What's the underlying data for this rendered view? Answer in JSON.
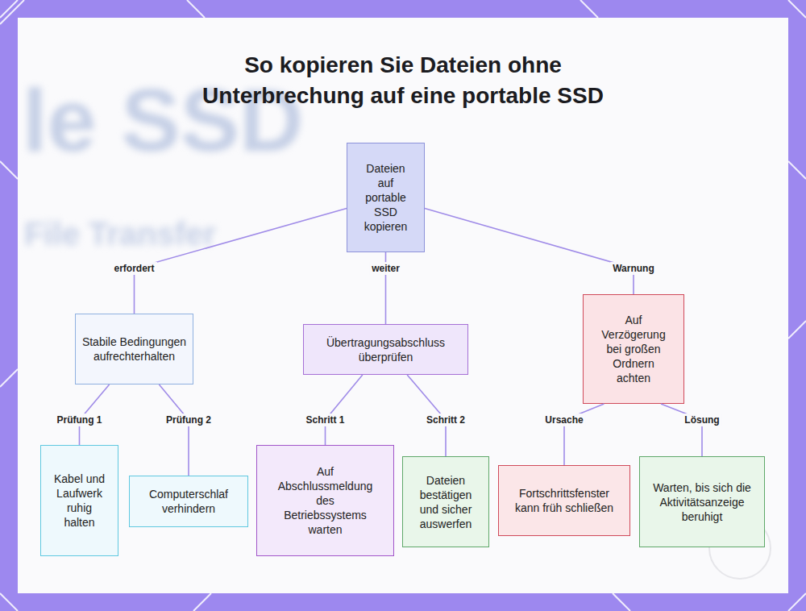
{
  "diagram": {
    "title": "So kopieren Sie Dateien ohne Unterbrechung auf eine portable SSD",
    "nodes": [
      {
        "text": [
          "Dateien auf portable SSD kopieren"
        ]
      },
      {
        "text": [
          "Stabile Bedingungen aufrechterhalten"
        ]
      },
      {
        "text": [
          "Übertragungsabschluss überprüfen"
        ]
      },
      {
        "text": [
          "Auf Verzögerung bei großen Ordnern achten"
        ]
      },
      {
        "text": [
          "Kabel und Laufwerk ruhig halten"
        ]
      },
      {
        "text": [
          "Computerschlaf verhindern"
        ]
      },
      {
        "text": [
          "Auf Abschlussmeldung des Betriebssystems warten"
        ]
      },
      {
        "text": [
          "Dateien bestätigen und sicher auswerfen"
        ]
      },
      {
        "text": [
          "Fortschrittsfenster kann früh schließen"
        ]
      },
      {
        "text": [
          "Warten, bis sich die Aktivitätsanzeige beruhigt"
        ]
      }
    ],
    "edges": [
      {
        "from": 0,
        "to": 1,
        "label": "erfordert",
        "arrow": "none"
      },
      {
        "from": 0,
        "to": 2,
        "label": "weiter",
        "arrow": "none"
      },
      {
        "from": 0,
        "to": 3,
        "label": "Warnung",
        "arrow": "none"
      },
      {
        "from": 1,
        "to": 4,
        "label": "Prüfung 1",
        "arrow": "none"
      },
      {
        "from": 1,
        "to": 5,
        "label": "Prüfung 2",
        "arrow": "none"
      },
      {
        "from": 2,
        "to": 6,
        "label": "Schritt 1",
        "arrow": "none"
      },
      {
        "from": 2,
        "to": 7,
        "label": "Schritt 2",
        "arrow": "none"
      },
      {
        "from": 3,
        "to": 8,
        "label": "Ursache",
        "arrow": "none"
      },
      {
        "from": 3,
        "to": 9,
        "label": "Lösung",
        "arrow": "none"
      }
    ],
    "labels": [
      "le SSD",
      "File Transfer"
    ]
  }
}
